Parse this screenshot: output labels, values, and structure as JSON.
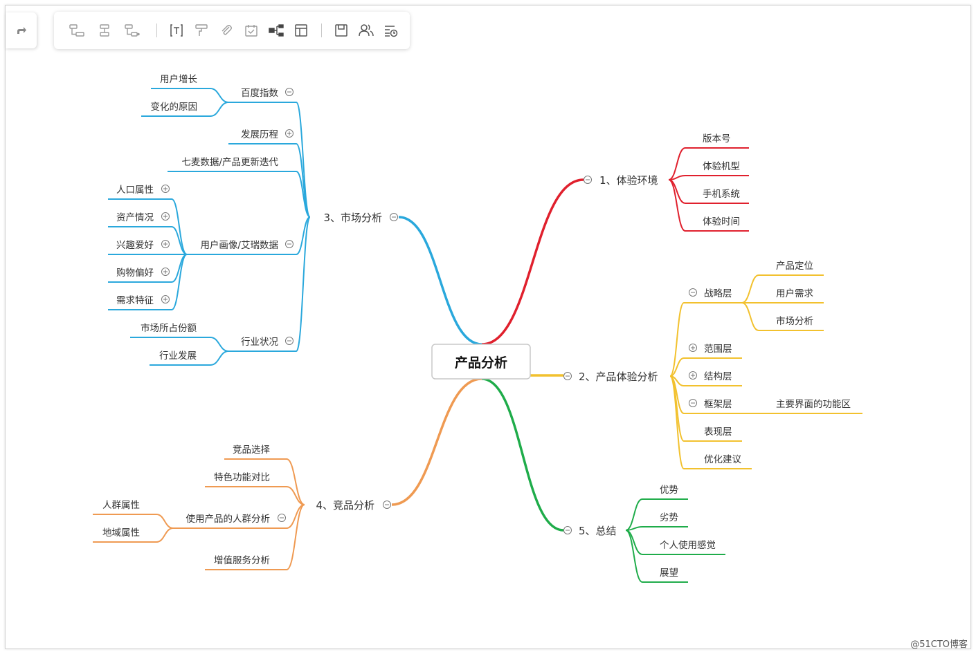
{
  "watermark": "@51CTO博客",
  "toolbar": {
    "icons": [
      "redo-icon",
      "insert-child-icon",
      "insert-sibling-icon",
      "insert-parent-icon",
      "text-format-icon",
      "format-painter-icon",
      "attachment-icon",
      "task-icon",
      "relationship-icon",
      "layout-icon",
      "save-icon",
      "share-icon",
      "outline-icon"
    ]
  },
  "colors": {
    "branch_1": "#e0202d",
    "branch_2": "#f2c12e",
    "branch_3": "#2aa8dc",
    "branch_4": "#ef9a52",
    "branch_5": "#1fac4a"
  },
  "mindmap": {
    "root": "产品分析",
    "b1": {
      "label": "1、体验环境",
      "children": [
        "版本号",
        "体验机型",
        "手机系统",
        "体验时间"
      ]
    },
    "b2": {
      "label": "2、产品体验分析",
      "zhanlue": "战略层",
      "zhanlue_children": [
        "产品定位",
        "用户需求",
        "市场分析"
      ],
      "fanwei": "范围层",
      "jiegou": "结构层",
      "kuangjia": "框架层",
      "kuangjia_child": "主要界面的功能区",
      "biaoxian": "表现层",
      "youhua": "优化建议"
    },
    "b3": {
      "label": "3、市场分析",
      "baidu": "百度指数",
      "baidu_children": [
        "用户增长",
        "变化的原因"
      ],
      "fazhan": "发展历程",
      "qimai": "七麦数据/产品更新迭代",
      "huaxiang": "用户画像/艾瑞数据",
      "huaxiang_children": [
        "人口属性",
        "资产情况",
        "兴趣爱好",
        "购物偏好",
        "需求特征"
      ],
      "hangye": "行业状况",
      "hangye_children": [
        "市场所占份额",
        "行业发展"
      ]
    },
    "b4": {
      "label": "4、竞品分析",
      "xuanze": "竞品选择",
      "tese": "特色功能对比",
      "renqun": "使用产品的人群分析",
      "renqun_children": [
        "人群属性",
        "地域属性"
      ],
      "zengzhi": "增值服务分析"
    },
    "b5": {
      "label": "5、总结",
      "children": [
        "优势",
        "劣势",
        "个人使用感觉",
        "展望"
      ]
    }
  }
}
